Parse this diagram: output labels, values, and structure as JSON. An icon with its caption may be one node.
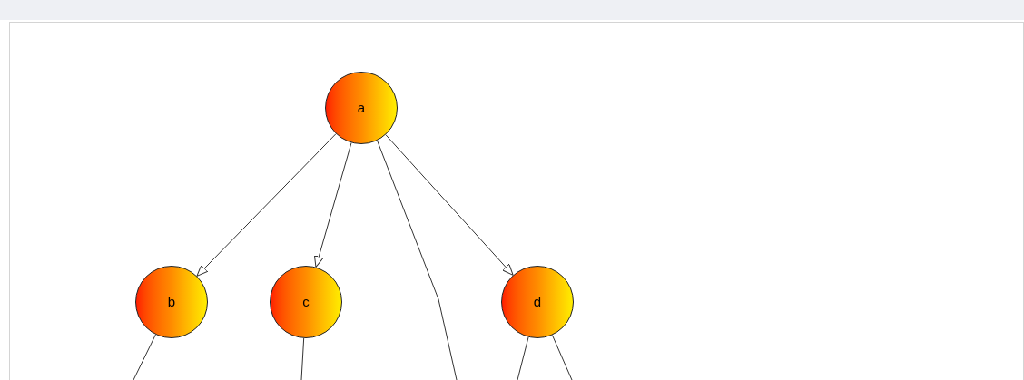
{
  "diagram": {
    "nodes": [
      {
        "text": [
          "a"
        ]
      },
      {
        "text": [
          "b"
        ]
      },
      {
        "text": [
          "c"
        ]
      },
      {
        "text": [
          "d"
        ]
      }
    ],
    "edges": [
      {
        "from": 0,
        "to": 1,
        "arrow": "to"
      },
      {
        "from": 0,
        "to": 2,
        "arrow": "to"
      },
      {
        "from": 0,
        "to": null,
        "arrow": "none"
      },
      {
        "from": 0,
        "to": 3,
        "arrow": "to"
      },
      {
        "from": 1,
        "to": null,
        "arrow": "none"
      },
      {
        "from": 2,
        "to": null,
        "arrow": "none"
      },
      {
        "from": 3,
        "to": null,
        "arrow": "none"
      },
      {
        "from": 3,
        "to": null,
        "arrow": "none"
      }
    ]
  }
}
